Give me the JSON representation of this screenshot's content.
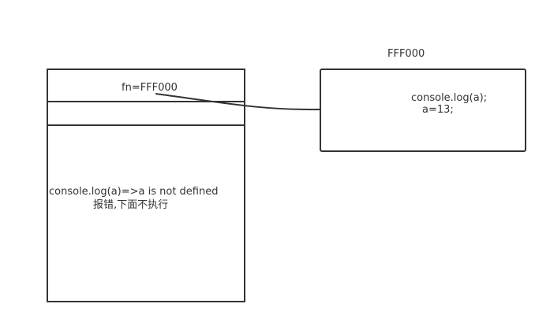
{
  "heap": {
    "address": "FFF000",
    "code_line1": "console.log(a);",
    "code_line2": "a=13;"
  },
  "stack": {
    "fn_label": "fn=FFF000",
    "error_line1": "console.log(a)=>a is not defined",
    "error_line2": "报错,下面不执行"
  }
}
